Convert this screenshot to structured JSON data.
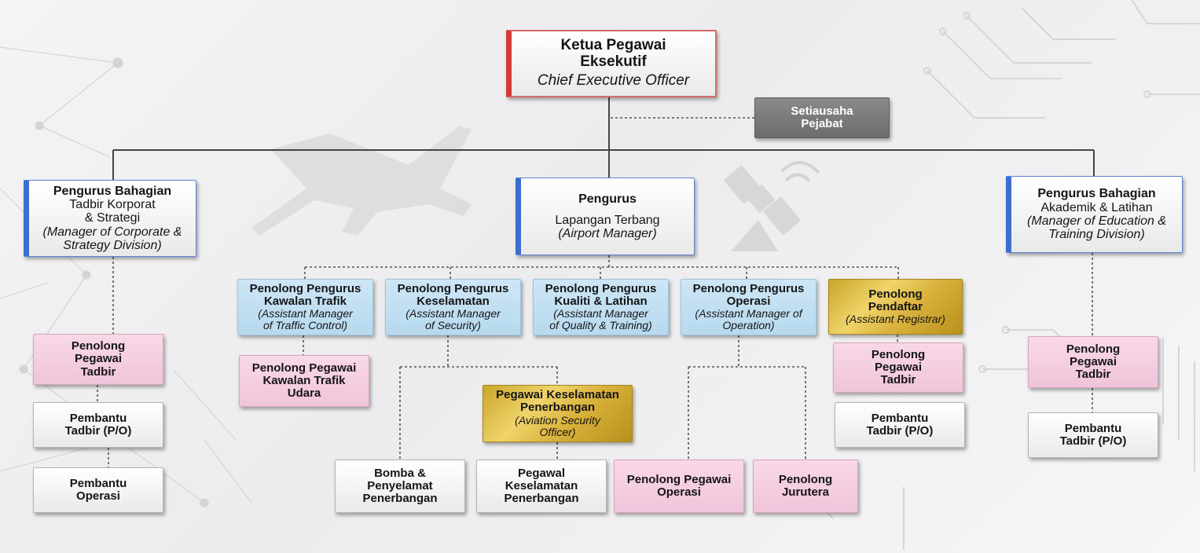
{
  "nodes": {
    "ceo": {
      "title": "Ketua Pegawai\nEksekutif",
      "english": "Chief Executive Officer"
    },
    "secretary": {
      "title": "Setiausaha\nPejabat"
    },
    "mgr_corporate": {
      "title": "Pengurus Bahagian",
      "subtitle": "Tadbir Korporat\n& Strategi",
      "english": "(Manager of Corporate &\nStrategy Division)"
    },
    "mgr_airport": {
      "title": "Pengurus",
      "subtitle": "Lapangan Terbang",
      "english": "(Airport Manager)"
    },
    "mgr_academic": {
      "title": "Pengurus Bahagian",
      "subtitle": "Akademik & Latihan",
      "english": "(Manager of Education &\nTraining Division)"
    },
    "am_traffic": {
      "title": "Penolong Pengurus\nKawalan Trafik",
      "english": "(Assistant Manager\nof Traffic Control)"
    },
    "am_security": {
      "title": "Penolong Pengurus\nKeselamatan",
      "english": "(Assistant Manager\nof Security)"
    },
    "am_quality": {
      "title": "Penolong Pengurus\nKualiti & Latihan",
      "english": "(Assistant Manager\nof Quality & Training)"
    },
    "am_operation": {
      "title": "Penolong Pengurus\nOperasi",
      "english": "(Assistant Manager of\nOperation)"
    },
    "asst_registrar": {
      "title": "Penolong\nPendaftar",
      "english": "(Assistant Registrar)"
    },
    "left_admin_officer": {
      "title": "Penolong\nPegawai\nTadbir"
    },
    "left_admin_assistant": {
      "title": "Pembantu\nTadbir (P/O)"
    },
    "left_ops_assistant": {
      "title": "Pembantu\nOperasi"
    },
    "atc_officer": {
      "title": "Penolong Pegawai\nKawalan Trafik\nUdara"
    },
    "avsec_officer": {
      "title": "Pegawai Keselamatan\nPenerbangan",
      "english": "(Aviation Security\nOfficer)"
    },
    "fire_rescue": {
      "title": "Bomba &\nPenyelamat\nPenerbangan"
    },
    "avsec_guard": {
      "title": "Pegawal\nKeselamatan\nPenerbangan"
    },
    "ops_asst_officer": {
      "title": "Penolong Pegawai\nOperasi"
    },
    "asst_engineer": {
      "title": "Penolong\nJurutera"
    },
    "reg_admin_officer": {
      "title": "Penolong\nPegawai\nTadbir"
    },
    "reg_admin_assistant": {
      "title": "Pembantu\nTadbir (P/O)"
    },
    "right_admin_officer": {
      "title": "Penolong\nPegawai\nTadbir"
    },
    "right_admin_assistant": {
      "title": "Pembantu\nTadbir (P/O)"
    }
  },
  "colors": {
    "ceo_accent": "#d83838",
    "manager_accent": "#3a6fd0",
    "assistant_manager": "#c4e0f3",
    "officer_pink": "#f4cde0",
    "gold": "#d9b23c",
    "secretary_gray": "#7a7a7a",
    "staff_white": "#f4f4f4"
  },
  "icons": [
    "airplane-silhouette-icon",
    "satellite-icon",
    "satellite-dish-icon",
    "circuit-pattern-icon",
    "network-pattern-icon"
  ]
}
